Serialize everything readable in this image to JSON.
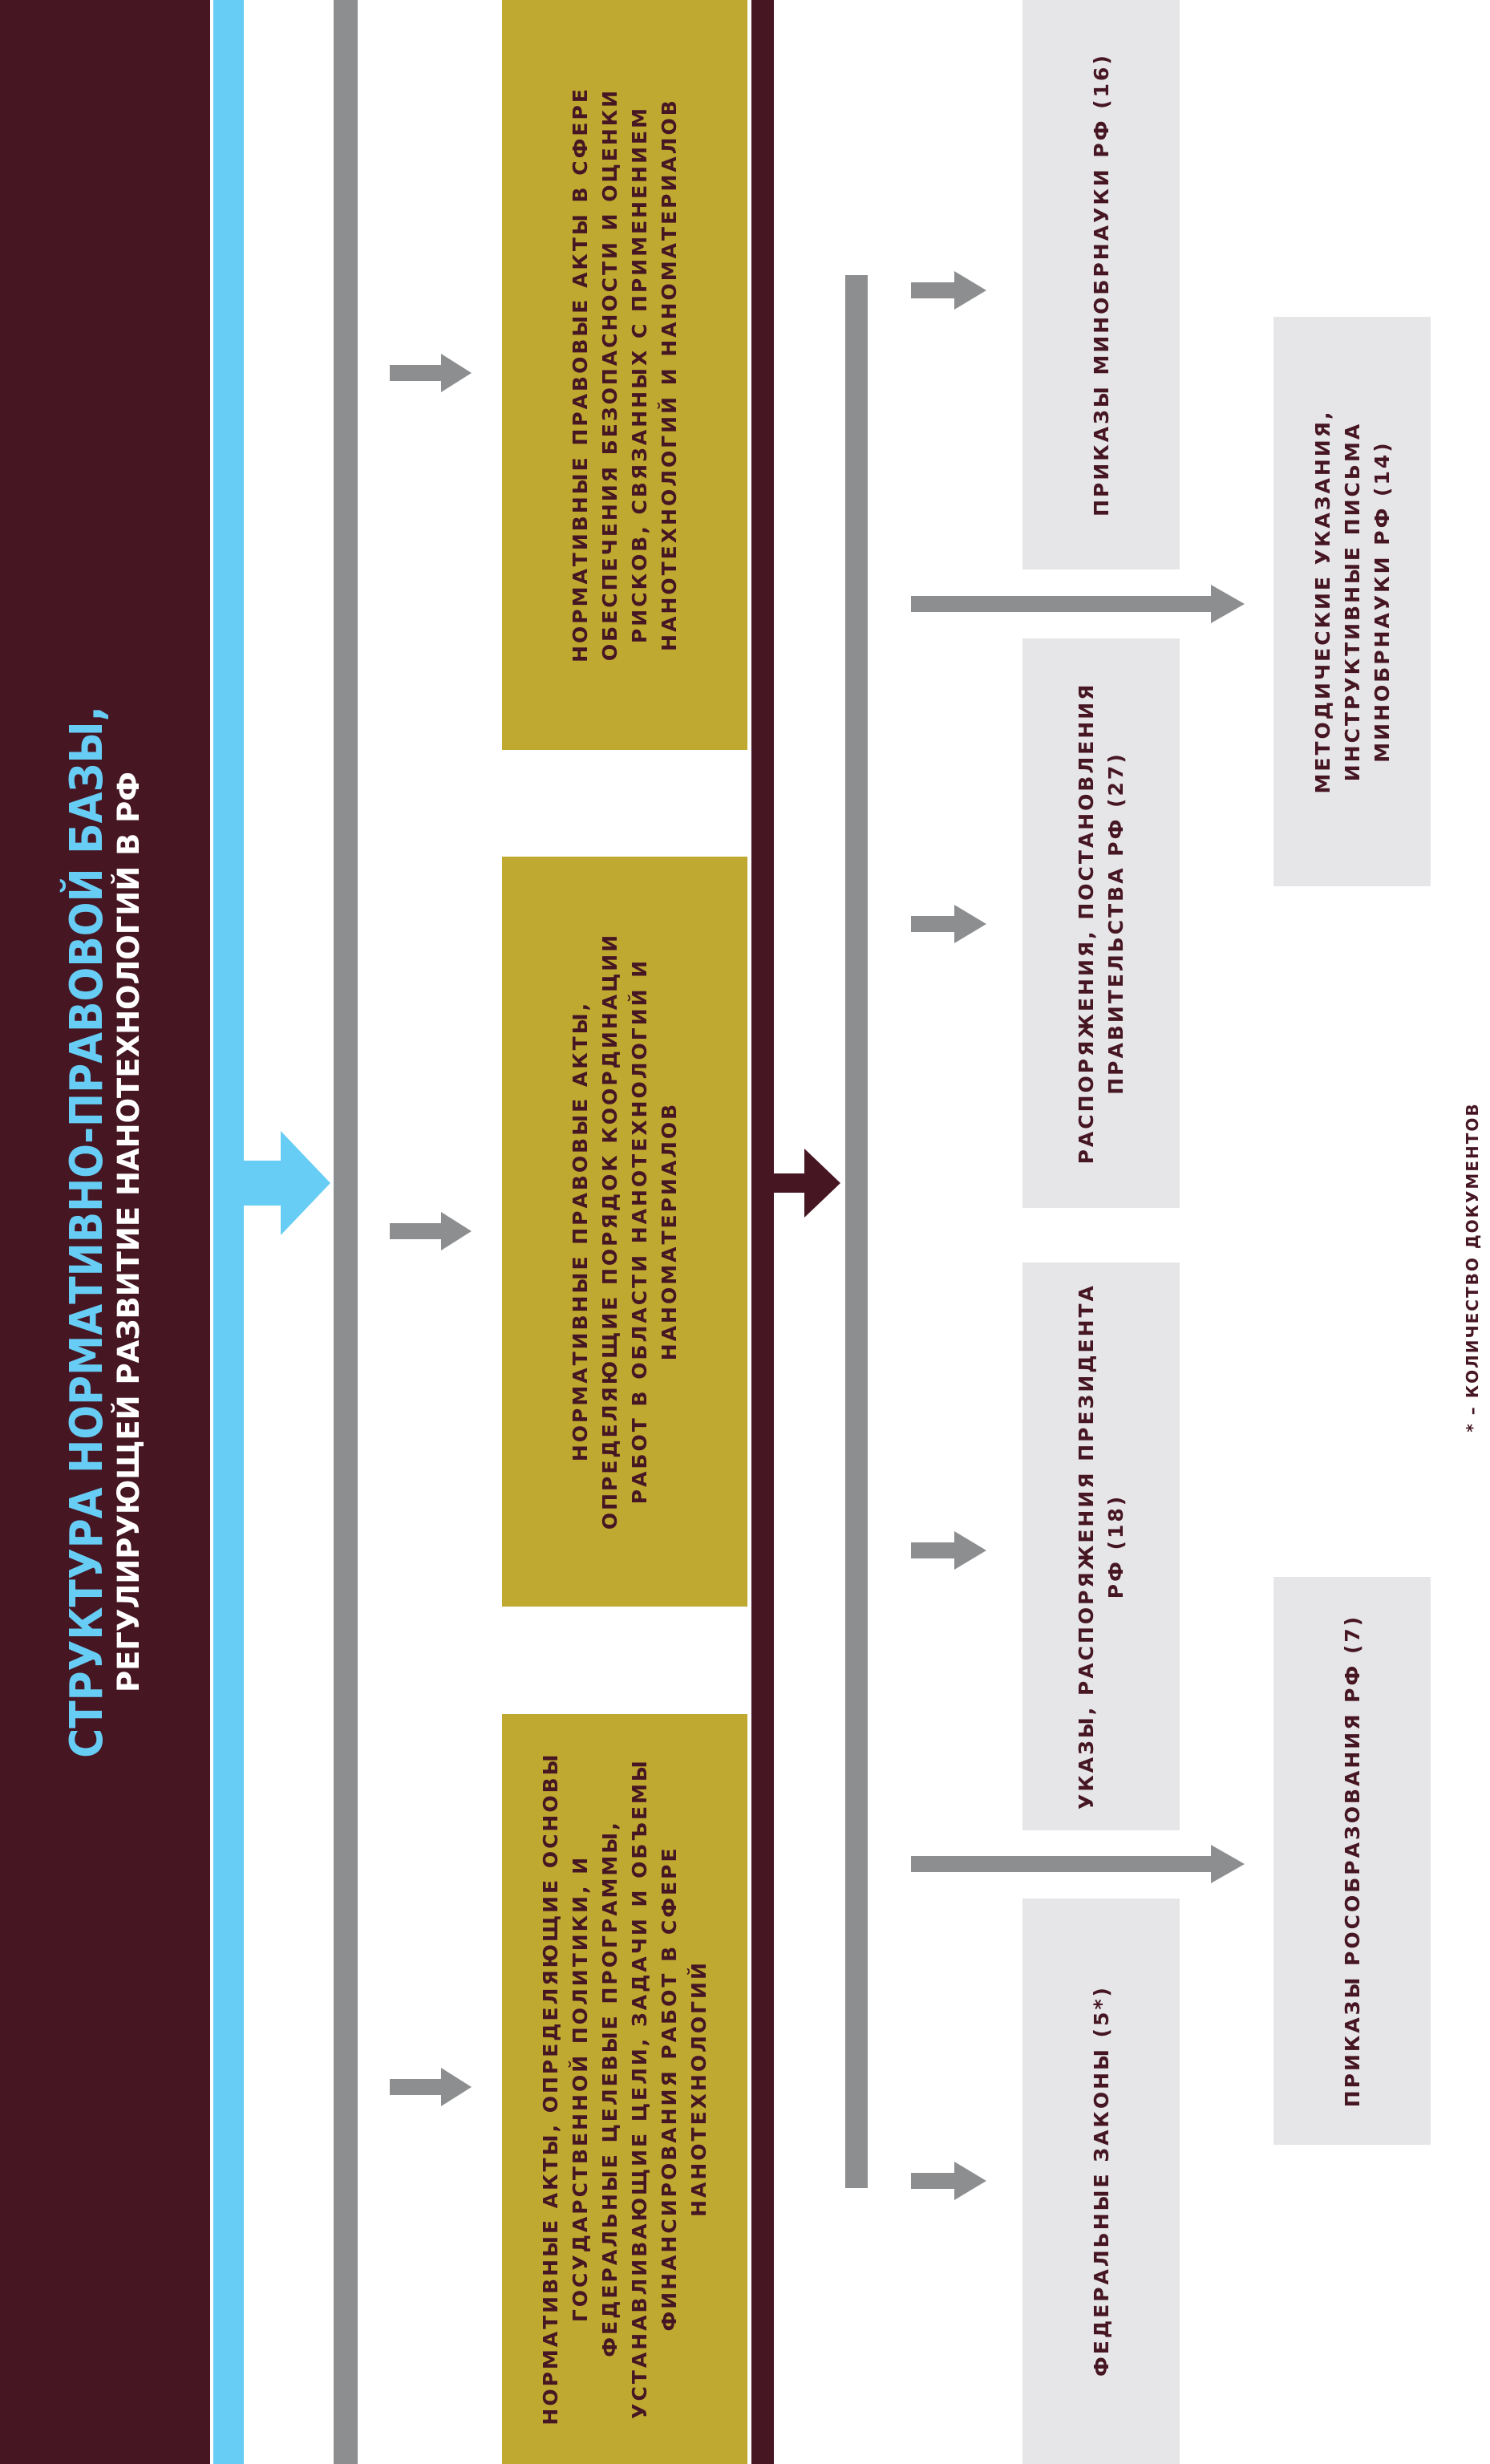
{
  "title": {
    "main": "СТРУКТУРА НОРМАТИВНО-ПРАВОВОЙ БАЗЫ,",
    "sub": "РЕГУЛИРУЮЩЕЙ РАЗВИТИЕ НАНОТЕХНОЛОГИЙ В РФ"
  },
  "categories": [
    {
      "label": "НОРМАТИВНЫЕ АКТЫ, ОПРЕДЕЛЯЮЩИЕ ОСНОВЫ ГОСУДАРСТВЕННОЙ ПОЛИТИКИ, И ФЕДЕРАЛЬНЫЕ ЦЕЛЕВЫЕ ПРОГРАММЫ, УСТАНАВЛИВАЮЩИЕ ЦЕЛИ, ЗАДАЧИ И ОБЪЕМЫ ФИНАНСИРОВАНИЯ РАБОТ В СФЕРЕ НАНОТЕХНОЛОГИЙ"
    },
    {
      "label": "НОРМАТИВНЫЕ ПРАВОВЫЕ АКТЫ, ОПРЕДЕЛЯЮЩИЕ ПОРЯДОК КООРДИНАЦИИ РАБОТ В ОБЛАСТИ НАНОТЕХНОЛОГИЙ И НАНОМАТЕРИАЛОВ"
    },
    {
      "label": "НОРМАТИВНЫЕ ПРАВОВЫЕ АКТЫ В СФЕРЕ ОБЕСПЕЧЕНИЯ БЕЗОПАСНОСТИ И ОЦЕНКИ РИСКОВ, СВЯЗАННЫХ С ПРИМЕНЕНИЕМ НАНОТЕХНОЛОГИЙ И НАНОМАТЕРИАЛОВ"
    }
  ],
  "documents_row1": [
    {
      "label": "ФЕДЕРАЛЬНЫЕ ЗАКОНЫ (5*)"
    },
    {
      "label": "УКАЗЫ, РАСПОРЯЖЕНИЯ ПРЕЗИДЕНТА РФ (18)"
    },
    {
      "label": "РАСПОРЯЖЕНИЯ, ПОСТАНОВЛЕНИЯ ПРАВИТЕЛЬСТВА РФ (27)"
    },
    {
      "label": "ПРИКАЗЫ МИНОБРНАУКИ РФ (16)"
    }
  ],
  "documents_row2": [
    {
      "label": "ПРИКАЗЫ РОСОБРАЗОВАНИЯ РФ (7)"
    },
    {
      "label": "МЕТОДИЧЕСКИЕ УКАЗАНИЯ, ИНСТРУКТИВНЫЕ ПИСЬМА МИНОБРНАУКИ РФ (14)"
    }
  ],
  "footnote": "* – КОЛИЧЕСТВО ДОКУМЕНТОВ",
  "colors": {
    "maroon": "#461623",
    "sky_blue": "#67cdf4",
    "gray": "#8d8e90",
    "gold": "#bfa931",
    "light_gray": "#e6e6e8"
  }
}
